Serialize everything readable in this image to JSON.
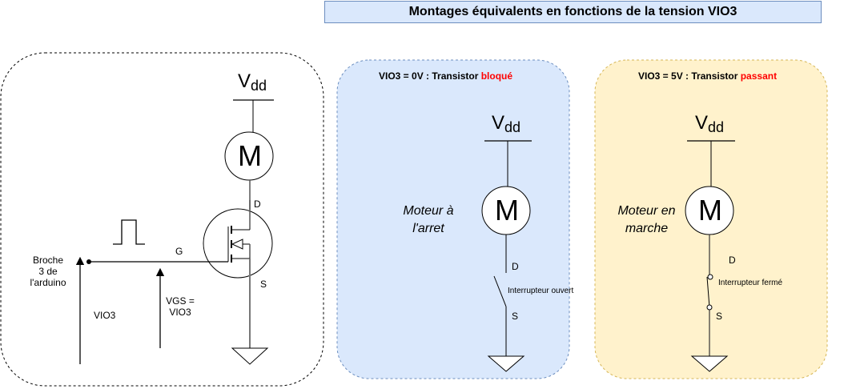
{
  "title": "Montages équivalents en fonctions de la tension VIO3",
  "colors": {
    "panel_blue_fill": "#dae8fc",
    "panel_blue_stroke": "#6c8ebf",
    "panel_yellow_fill": "#fff2cc",
    "panel_yellow_stroke": "#d6b656",
    "highlight": "#ff0000"
  },
  "left_panel": {
    "vdd_main": "V",
    "vdd_sub": "dd",
    "motor_label": "M",
    "drain_label": "D",
    "gate_label": "G",
    "source_label": "S",
    "pin_label_lines": [
      "Broche",
      "3 de",
      "l'arduino"
    ],
    "vio3_label": "VIO3",
    "vgs_label_lines": [
      "VGS =",
      "VIO3"
    ],
    "signal_icon": "square-pulse"
  },
  "blocked_panel": {
    "heading_prefix": "VIO3 = 0V : Transistor ",
    "heading_state": "bloqué",
    "vdd_main": "V",
    "vdd_sub": "dd",
    "motor_label": "M",
    "motor_state_lines": [
      "Moteur à",
      "l'arret"
    ],
    "drain_label": "D",
    "source_label": "S",
    "switch_label": "Interrupteur ouvert"
  },
  "on_panel": {
    "heading_prefix": "VIO3 = 5V : Transistor ",
    "heading_state": "passant",
    "vdd_main": "V",
    "vdd_sub": "dd",
    "motor_label": "M",
    "motor_state_lines": [
      "Moteur en",
      "marche"
    ],
    "drain_label": "D",
    "source_label": "S",
    "switch_label": "Interrupteur fermé"
  }
}
